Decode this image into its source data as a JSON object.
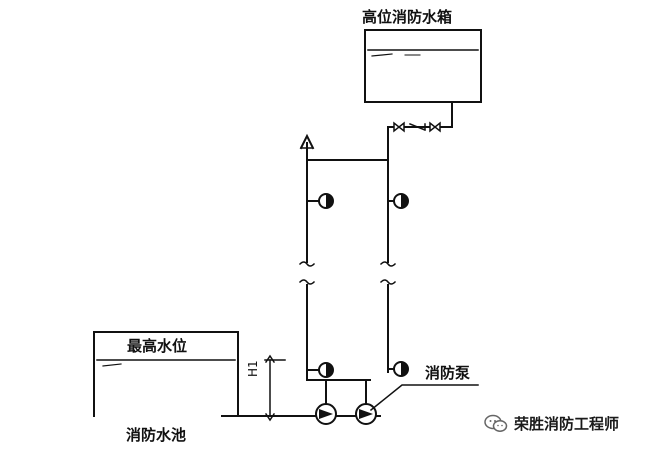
{
  "diagram": {
    "labels": {
      "high_tank": "高位消防水箱",
      "max_water_level": "最高水位",
      "fire_pool": "消防水池",
      "fire_pump": "消防泵",
      "height_mark": "H1"
    },
    "watermark": {
      "text": "荣胜消防工程师",
      "icon": "wechat-icon"
    }
  }
}
